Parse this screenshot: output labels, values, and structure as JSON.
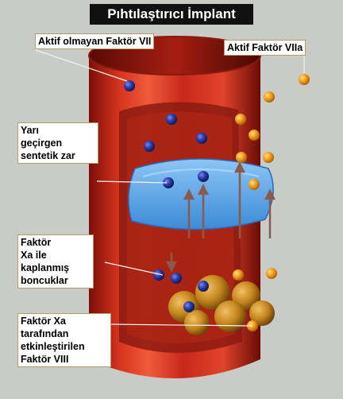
{
  "title": "Pıhtılaştırıcı İmplant",
  "labels": {
    "inactive_factor": "Aktif olmayan Faktör VII",
    "active_factor": "Aktif Faktör VIIa",
    "membrane": "Yarı\ngeçirgen\nsentetik zar",
    "beads": "Faktör\nXa ile\nkaplanmış\nboncuklar",
    "activated_factor": "Faktör Xa\ntarafından\netkinleştirilen\nFaktör VIII"
  },
  "colors": {
    "cylinder_red": "#c8281a",
    "membrane_blue": "#5aa8ea",
    "inactive_particle_blue": "#2438a8",
    "active_particle_orange": "#f0a020",
    "bead_gold": "#c88a1a",
    "arrow_brown": "#8a5a4a"
  }
}
